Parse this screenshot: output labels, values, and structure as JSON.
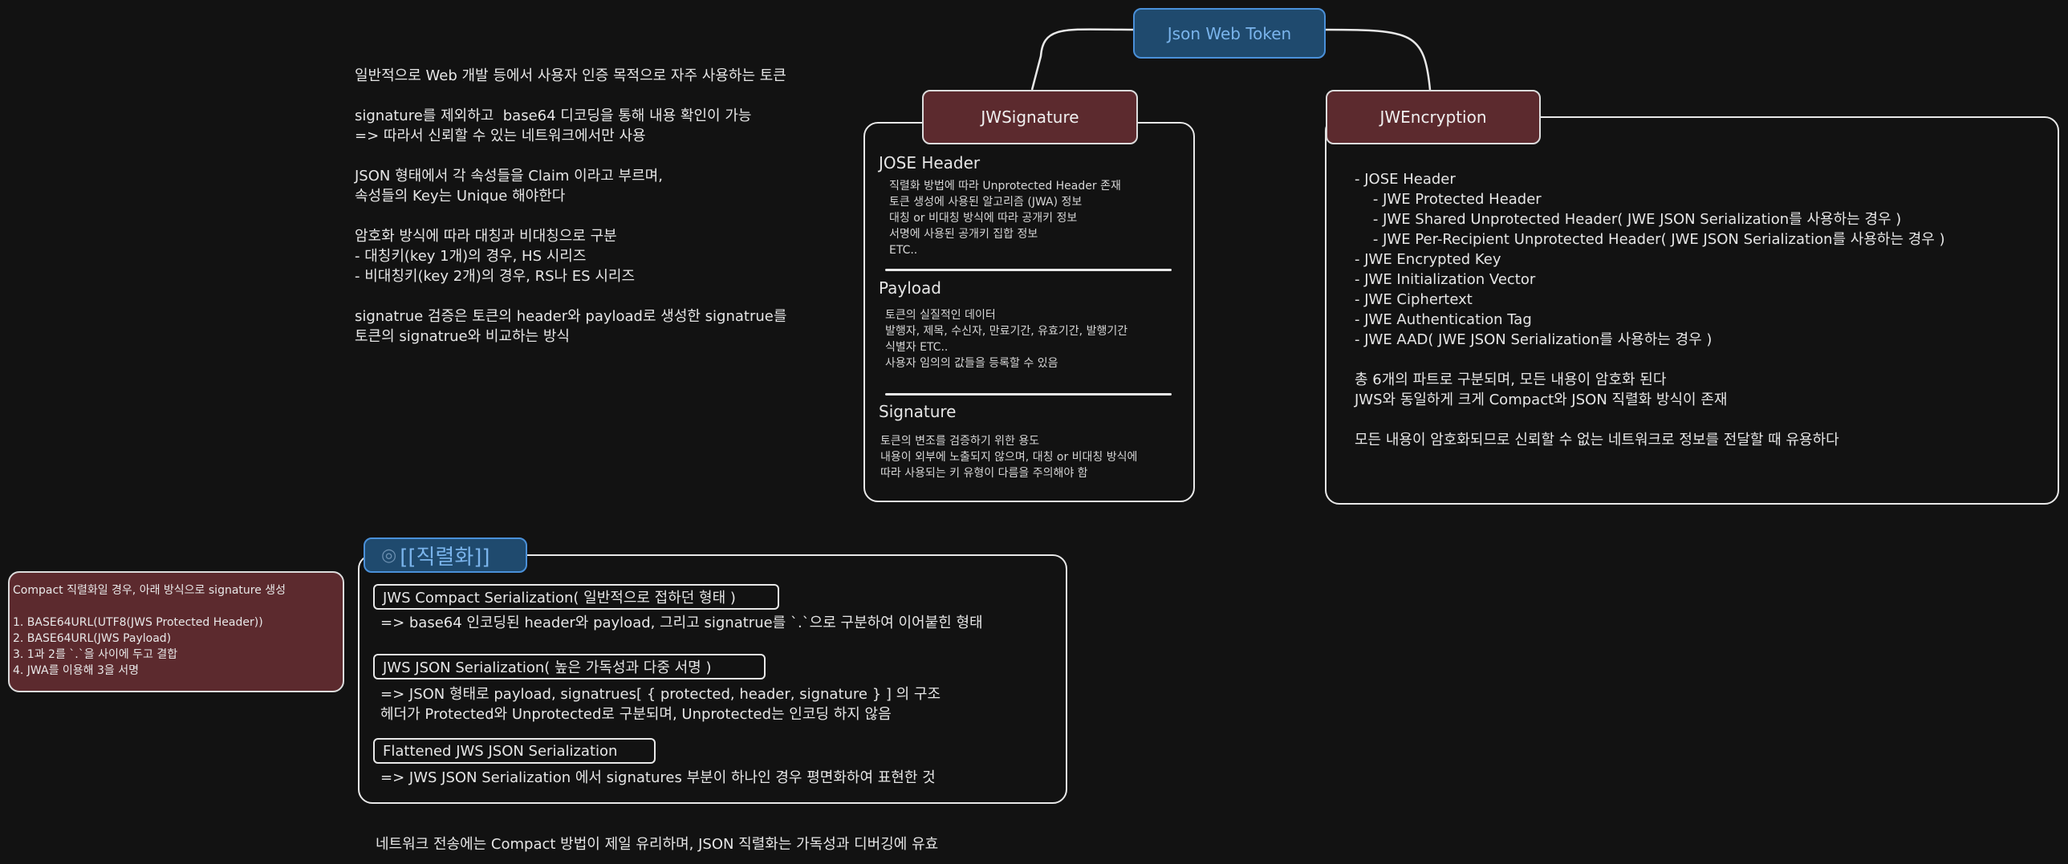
{
  "root": {
    "label": "Json Web Token"
  },
  "intro_lines": [
    "일반적으로 Web 개발 등에서 사용자 인증 목적으로 자주 사용하는 토큰",
    "",
    "signature를 제외하고  base64 디코딩을 통해 내용 확인이 가능",
    "=> 따라서 신뢰할 수 있는 네트워크에서만 사용",
    "",
    "JSON 형태에서 각 속성들을 Claim 이라고 부르며,",
    "속성들의 Key는 Unique 해야한다",
    "",
    "암호화 방식에 따라 대칭과 비대칭으로 구분",
    "- 대칭키(key 1개)의 경우, HS 시리즈",
    "- 비대칭키(key 2개)의 경우, RS나 ES 시리즈",
    "",
    "signatrue 검증은 토큰의 header와 payload로 생성한 signatrue를",
    "토큰의 signatrue와 비교하는 방식"
  ],
  "jws": {
    "label": "JWSignature",
    "header_title": "JOSE Header",
    "header_lines": [
      "직렬화 방법에 따라 Unprotected Header 존재",
      "토큰 생성에 사용된 알고리즘 (JWA) 정보",
      "대칭 or 비대칭 방식에 따라 공개키 정보",
      "서명에 사용된 공개키 집합 정보",
      "ETC.."
    ],
    "payload_title": "Payload",
    "payload_lines": [
      "토큰의 실질적인 데이터",
      "발행자, 제목, 수신자, 만료기간, 유효기간, 발행기간",
      "식별자 ETC..",
      "사용자 임의의 값들을 등록할 수 있음"
    ],
    "signature_title": "Signature",
    "signature_lines": [
      "토큰의 변조를 검증하기 위한 용도",
      "내용이 외부에 노출되지 않으며, 대칭 or 비대칭 방식에",
      "따라 사용되는 키 유형이 다름을 주의해야 함"
    ]
  },
  "jwe": {
    "label": "JWEncryption",
    "lines": [
      "- JOSE Header",
      "    - JWE Protected Header",
      "    - JWE Shared Unprotected Header( JWE JSON Serialization를 사용하는 경우 )",
      "    - JWE Per-Recipient Unprotected Header( JWE JSON Serialization를 사용하는 경우 )",
      "- JWE Encrypted Key",
      "- JWE Initialization Vector",
      "- JWE Ciphertext",
      "- JWE Authentication Tag",
      "- JWE AAD( JWE JSON Serialization를 사용하는 경우 )",
      "",
      "총 6개의 파트로 구분되며, 모든 내용이 암호화 된다",
      "JWS와 동일하게 크게 Compact와 JSON 직렬화 방식이 존재",
      "",
      "모든 내용이 암호화되므로 신뢰할 수 없는 네트워크로 정보를 전달할 때 유용하다"
    ]
  },
  "serialization": {
    "label": "[[직렬화]]",
    "compact_title": "JWS Compact Serialization( 일반적으로 접하던 형태 )",
    "compact_desc": "=> base64 인코딩된 header와 payload, 그리고 signatrue를 `.`으로 구분하여 이어붙힌 형태",
    "json_title": "JWS JSON Serialization( 높은 가독성과 다중 서명 )",
    "json_desc_1": "=> JSON 형태로 payload, signatrues[ { protected, header, signature } ] 의 구조",
    "json_desc_2": "헤더가 Protected와 Unprotected로 구분되며, Unprotected는 인코딩 하지 않음",
    "flat_title": "Flattened JWS JSON Serialization",
    "flat_desc": "=> JWS JSON Serialization 에서 signatures 부분이 하나인 경우 평면화하여 표현한 것",
    "footer": "네트워크 전송에는 Compact 방법이 제일 유리하며, JSON 직렬화는 가독성과 디버깅에 유효"
  },
  "compact_note": {
    "lines": [
      "Compact 직렬화일 경우, 아래 방식으로 signature 생성",
      "",
      "1. BASE64URL(UTF8(JWS Protected Header))",
      "2. BASE64URL(JWS Payload)",
      "3. 1과 2를 `.`을 사이에 두고 결합",
      "4. JWA를 이용해 3을 서명"
    ]
  },
  "colors": {
    "background": "#121212",
    "root_fill": "#1f4a6e",
    "root_text": "#7ab4ec",
    "node_fill": "#5c2a2e",
    "stroke": "#e8e8e8"
  }
}
